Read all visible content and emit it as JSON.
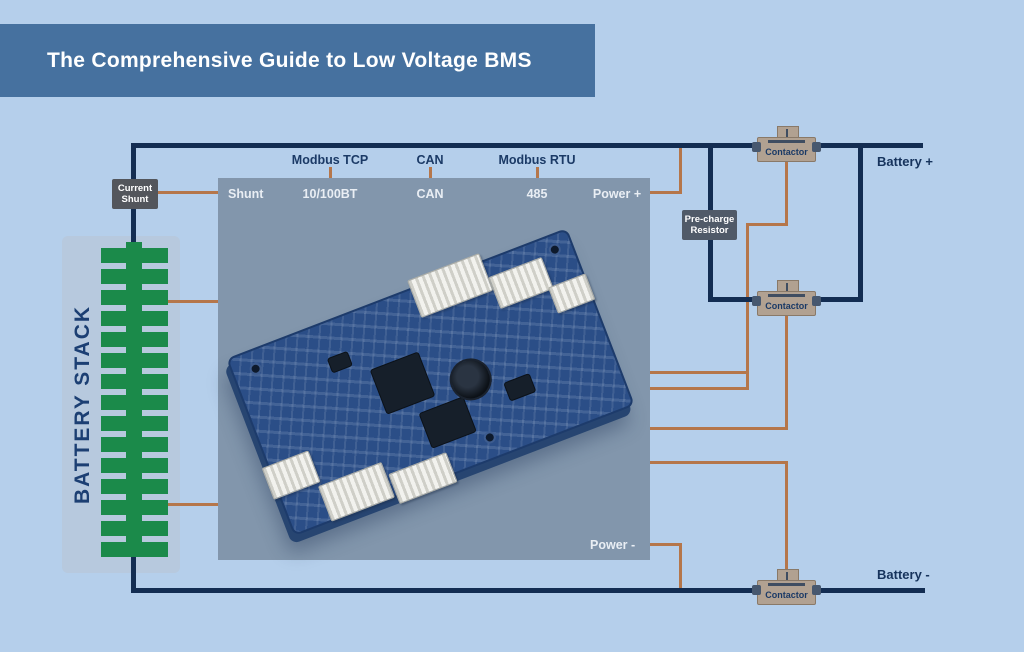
{
  "title": "The Comprehensive Guide to Low Voltage BMS",
  "colors": {
    "background": "#b5cfeb",
    "banner": "#46719f",
    "navy": "#132d52",
    "orange": "#b5764a",
    "green": "#1b8a4a",
    "panel": "#8296ac"
  },
  "bus_labels": {
    "modbus_tcp": "Modbus TCP",
    "can": "CAN",
    "modbus_rtu": "Modbus RTU"
  },
  "bms_panel": {
    "ports": {
      "shunt": "Shunt",
      "ethernet": "10/100BT",
      "can": "CAN",
      "rs485": "485",
      "power_plus": "Power +",
      "power_minus": "Power -"
    }
  },
  "components": {
    "current_shunt": "Current Shunt",
    "precharge_resistor": "Pre-charge Resistor",
    "contactor": "Contactor",
    "battery_stack_title": "BATTERY STACK"
  },
  "terminals": {
    "battery_plus": "Battery +",
    "battery_minus": "Battery -"
  },
  "battery_stack": {
    "cell_count": 15
  }
}
